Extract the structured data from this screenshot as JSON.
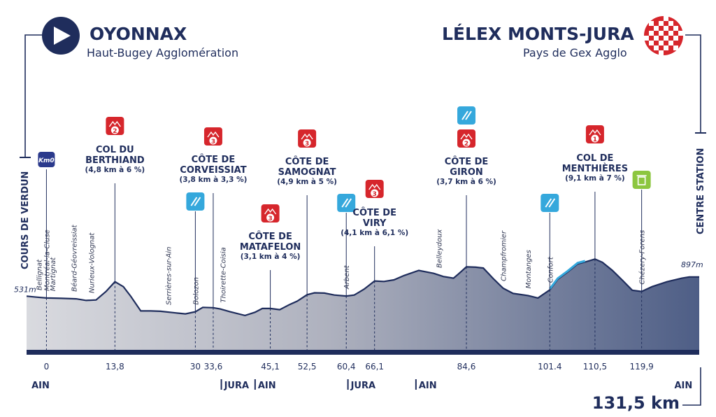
{
  "header": {
    "start_title": "OYONNAX",
    "start_subtitle": "Haut-Bugey Agglomération",
    "finish_title": "LÉLEX MONTS-JURA",
    "finish_subtitle": "Pays de Gex Agglo",
    "start_icon": "play-arrow-icon",
    "finish_icon": "checkered-flag-icon"
  },
  "total_distance": "131,5 km",
  "colors": {
    "navy": "#1f2d5c",
    "climb_red": "#d6262c",
    "sprint_blue": "#35a8dc",
    "feed_green": "#8cc63f",
    "km0_blue": "#2b3a8c"
  },
  "chart_data": {
    "type": "area",
    "start_label": "COURS DE VERDUN",
    "finish_label": "CENTRE STATION",
    "start_altitude_label": "531m",
    "finish_altitude_label": "897m",
    "xlim": [
      -4,
      131.5
    ],
    "ylim": [
      200,
      1150
    ],
    "profile": [
      [
        -4,
        531
      ],
      [
        -2,
        525
      ],
      [
        0,
        520
      ],
      [
        3,
        518
      ],
      [
        6,
        515
      ],
      [
        8,
        505
      ],
      [
        10,
        508
      ],
      [
        12,
        560
      ],
      [
        13.8,
        620
      ],
      [
        15.5,
        590
      ],
      [
        17,
        530
      ],
      [
        19,
        440
      ],
      [
        21,
        440
      ],
      [
        23,
        438
      ],
      [
        26,
        428
      ],
      [
        28,
        422
      ],
      [
        30,
        435
      ],
      [
        31.5,
        462
      ],
      [
        33.6,
        460
      ],
      [
        35,
        452
      ],
      [
        37,
        435
      ],
      [
        40,
        412
      ],
      [
        42,
        432
      ],
      [
        43.5,
        455
      ],
      [
        45.1,
        455
      ],
      [
        47,
        448
      ],
      [
        49,
        480
      ],
      [
        50.5,
        500
      ],
      [
        52.5,
        540
      ],
      [
        54,
        552
      ],
      [
        56,
        550
      ],
      [
        58,
        538
      ],
      [
        60.4,
        532
      ],
      [
        62,
        538
      ],
      [
        64,
        575
      ],
      [
        66.1,
        625
      ],
      [
        68,
        622
      ],
      [
        70,
        632
      ],
      [
        72,
        658
      ],
      [
        75,
        690
      ],
      [
        78,
        672
      ],
      [
        80,
        652
      ],
      [
        82,
        642
      ],
      [
        83,
        668
      ],
      [
        84.6,
        712
      ],
      [
        86.5,
        710
      ],
      [
        88,
        705
      ],
      [
        90,
        640
      ],
      [
        92,
        580
      ],
      [
        94,
        548
      ],
      [
        97,
        535
      ],
      [
        99,
        520
      ],
      [
        101.4,
        570
      ],
      [
        103,
        635
      ],
      [
        105,
        680
      ],
      [
        107,
        730
      ],
      [
        108.5,
        742
      ],
      [
        110.5,
        760
      ],
      [
        112,
        740
      ],
      [
        114,
        690
      ],
      [
        116,
        630
      ],
      [
        118,
        568
      ],
      [
        119.9,
        560
      ],
      [
        122,
        590
      ],
      [
        125,
        620
      ],
      [
        128,
        642
      ],
      [
        129.5,
        650
      ],
      [
        131.5,
        650
      ]
    ],
    "markers": [
      {
        "km": 0,
        "tick": "0",
        "town": "Montréal-la-Cluse",
        "badge": "km0",
        "badge_text": "Km0"
      },
      {
        "km": 13.8,
        "tick": "13,8",
        "badge": "climb",
        "category": "2",
        "title": [
          "COL DU",
          "BERTHIAND"
        ],
        "stats": "(4,8 km à 6 %)"
      },
      {
        "km": 30,
        "tick": "30",
        "town": "Bolozon",
        "badge": "sprint"
      },
      {
        "km": 33.6,
        "tick": "33,6",
        "badge": "climb",
        "category": "3",
        "title": [
          "CÔTE DE",
          "CORVEISSIAT"
        ],
        "stats": "(3,8 km à 3,3 %)"
      },
      {
        "km": 45.1,
        "tick": "45,1",
        "badge": "climb",
        "category": "3",
        "title": [
          "CÔTE DE",
          "MATAFELON"
        ],
        "stats": "(3,1 km à 4 %)"
      },
      {
        "km": 52.5,
        "tick": "52,5",
        "badge": "climb",
        "category": "3",
        "title": [
          "CÔTE DE",
          "SAMOGNAT"
        ],
        "stats": "(4,9 km à 5 %)"
      },
      {
        "km": 60.4,
        "tick": "60,4",
        "town": "Arbent",
        "badge": "sprint"
      },
      {
        "km": 66.1,
        "tick": "66,1",
        "badge": "climb",
        "category": "3",
        "title": [
          "CÔTE DE",
          "VIRY"
        ],
        "stats": "(4,1 km à 6,1 %)"
      },
      {
        "km": 84.6,
        "tick": "84,6",
        "badge": "climb",
        "category": "2",
        "title": [
          "CÔTE DE",
          "GIRON"
        ],
        "stats": "(3,7 km à 6 %)",
        "extra_badge": "sprint"
      },
      {
        "km": 101.4,
        "tick": "101.4",
        "town": "Confort",
        "badge": "sprint"
      },
      {
        "km": 110.5,
        "tick": "110,5",
        "badge": "climb",
        "category": "1",
        "title": [
          "COL DE",
          "MENTHIÈRES"
        ],
        "stats": "(9,1 km à 7 %)"
      },
      {
        "km": 119.9,
        "tick": "119,9",
        "town": "Chézery-Forens",
        "badge": "feed"
      }
    ],
    "towns": [
      {
        "km": -1.5,
        "name": "Bellignat"
      },
      {
        "km": 1.2,
        "name": "Martignat"
      },
      {
        "km": 5.5,
        "name": "Béard-Géovreissiat"
      },
      {
        "km": 9,
        "name": "Nurieux-Volognat"
      },
      {
        "km": 24.5,
        "name": "Serrières-sur-Ain"
      },
      {
        "km": 35.5,
        "name": "Thoirette-Coisia"
      },
      {
        "km": 79,
        "name": "Belleydoux"
      },
      {
        "km": 92,
        "name": "Champfromier"
      },
      {
        "km": 97,
        "name": "Montanges"
      }
    ],
    "regions": [
      {
        "km": -3,
        "name": "AIN"
      },
      {
        "km": 35.8,
        "name": "JURA",
        "divider": true
      },
      {
        "km": 42.6,
        "name": "AIN",
        "divider": true
      },
      {
        "km": 61.3,
        "name": "JURA",
        "divider": true
      },
      {
        "km": 75,
        "name": "AIN",
        "divider": true
      },
      {
        "km": 126.5,
        "name": "AIN"
      }
    ],
    "sprint_segment": [
      101.4,
      103,
      105,
      107,
      108.5
    ]
  }
}
